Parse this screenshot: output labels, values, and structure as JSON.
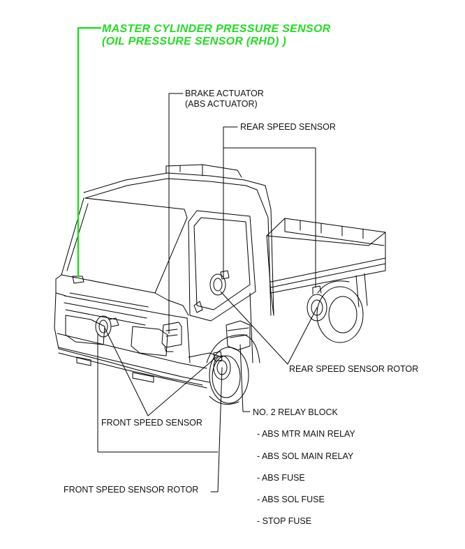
{
  "labels": {
    "master_cylinder_1": "MASTER CYLINDER PRESSURE SENSOR",
    "master_cylinder_2": "(OIL PRESSURE SENSOR (RHD) )",
    "brake_actuator_1": "BRAKE ACTUATOR",
    "brake_actuator_2": "(ABS ACTUATOR)",
    "rear_speed_sensor": "REAR SPEED SENSOR",
    "rear_speed_sensor_rotor": "REAR SPEED SENSOR ROTOR",
    "front_speed_sensor": "FRONT SPEED SENSOR",
    "front_speed_sensor_rotor": "FRONT SPEED SENSOR ROTOR",
    "relay_block": "NO. 2 RELAY BLOCK"
  },
  "relay_items": [
    "- ABS MTR MAIN RELAY",
    "- ABS SOL MAIN RELAY",
    "- ABS FUSE",
    "- ABS SOL FUSE",
    "- STOP FUSE"
  ],
  "colors": {
    "highlight": "#22dd22",
    "line": "#000000"
  }
}
